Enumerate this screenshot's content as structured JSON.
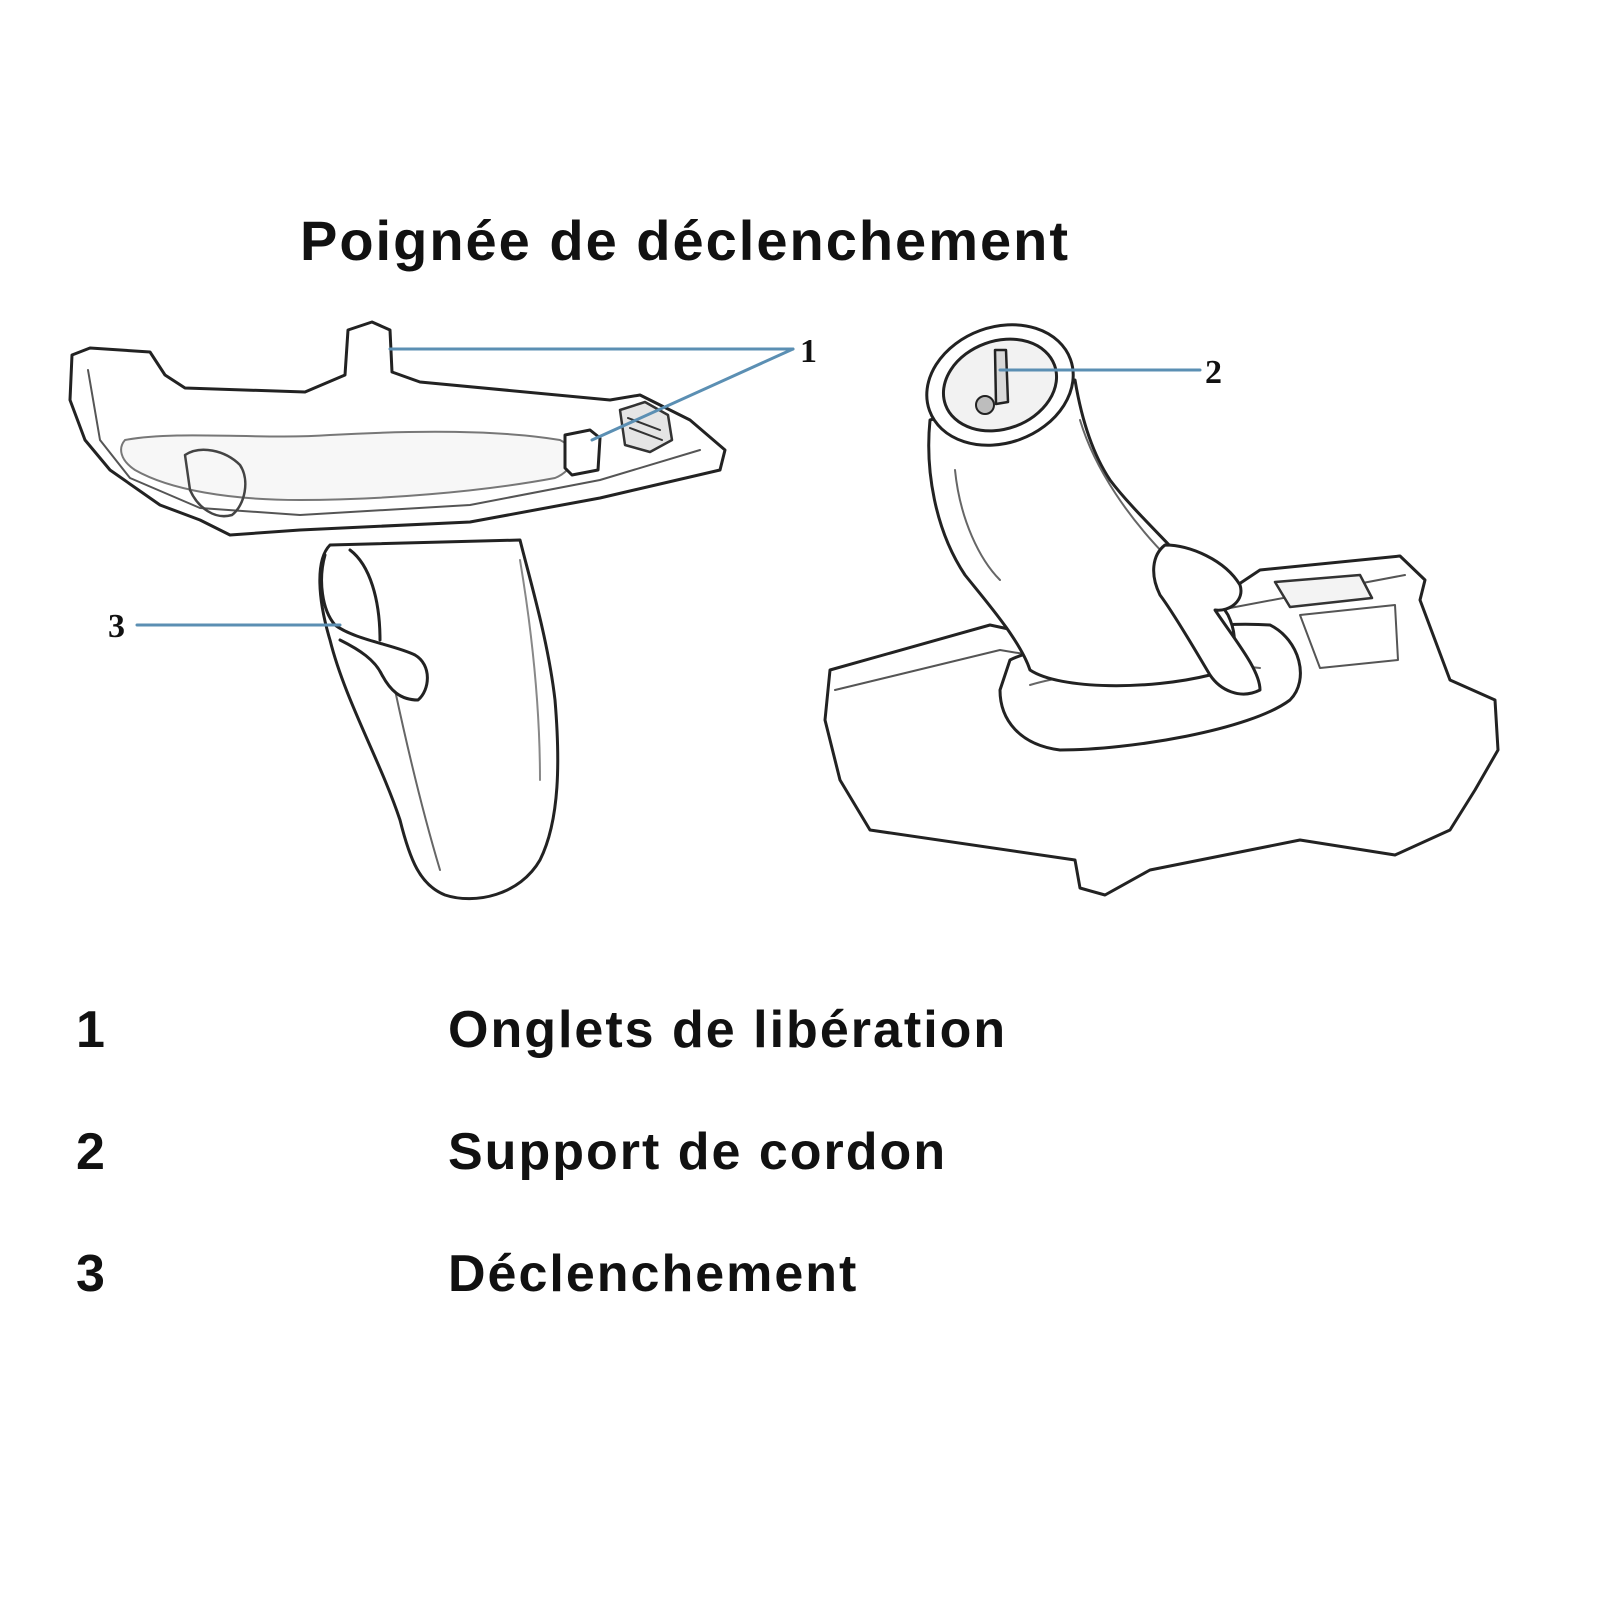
{
  "title": "Poignée de déclenchement",
  "callouts": [
    "1",
    "2",
    "3"
  ],
  "legend": [
    {
      "number": "1",
      "label": "Onglets de libération"
    },
    {
      "number": "2",
      "label": "Support de cordon"
    },
    {
      "number": "3",
      "label": "Déclenchement"
    }
  ],
  "colors": {
    "leader_line": "#5b8fb3",
    "outline": "#222222",
    "text": "#111111"
  }
}
